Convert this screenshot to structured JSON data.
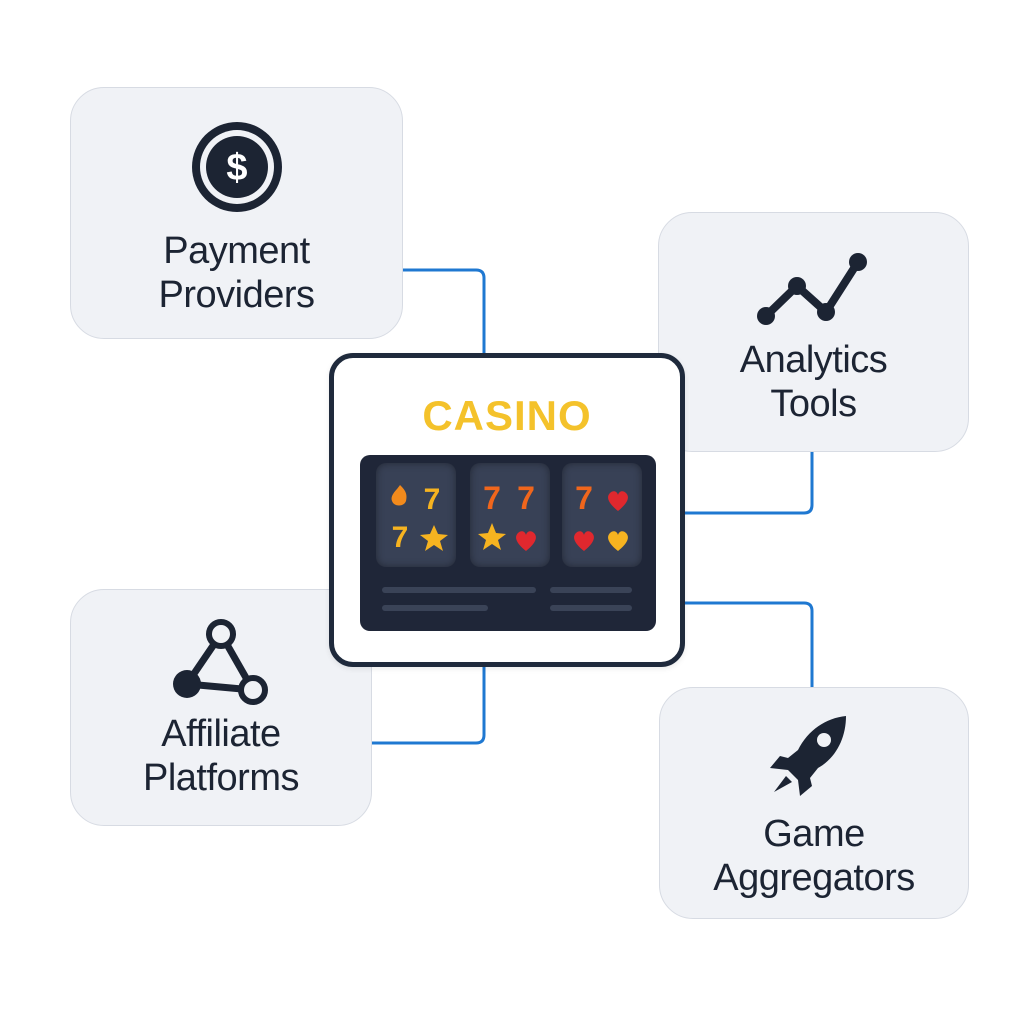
{
  "center": {
    "title": "CASINO",
    "title_color": "#f4c22b",
    "reels": [
      [
        "flame-icon",
        "seven-icon",
        "seven-icon",
        "star-icon"
      ],
      [
        "seven-icon",
        "seven-icon",
        "star-icon",
        "heart-icon"
      ],
      [
        "seven-icon",
        "heart-icon",
        "heart-icon",
        "heart-icon"
      ]
    ]
  },
  "nodes": [
    {
      "id": "payment",
      "label_line1": "Payment",
      "label_line2": "Providers",
      "icon": "dollar-coin-icon"
    },
    {
      "id": "analytics",
      "label_line1": "Analytics",
      "label_line2": "Tools",
      "icon": "line-chart-icon"
    },
    {
      "id": "affiliate",
      "label_line1": "Affiliate",
      "label_line2": "Platforms",
      "icon": "network-triangle-icon"
    },
    {
      "id": "game",
      "label_line1": "Game",
      "label_line2": "Aggregators",
      "icon": "rocket-icon"
    }
  ],
  "colors": {
    "connector": "#1f78d1",
    "card_background": "#f0f2f6",
    "text": "#1c2433",
    "slot_screen": "#1f2638"
  }
}
